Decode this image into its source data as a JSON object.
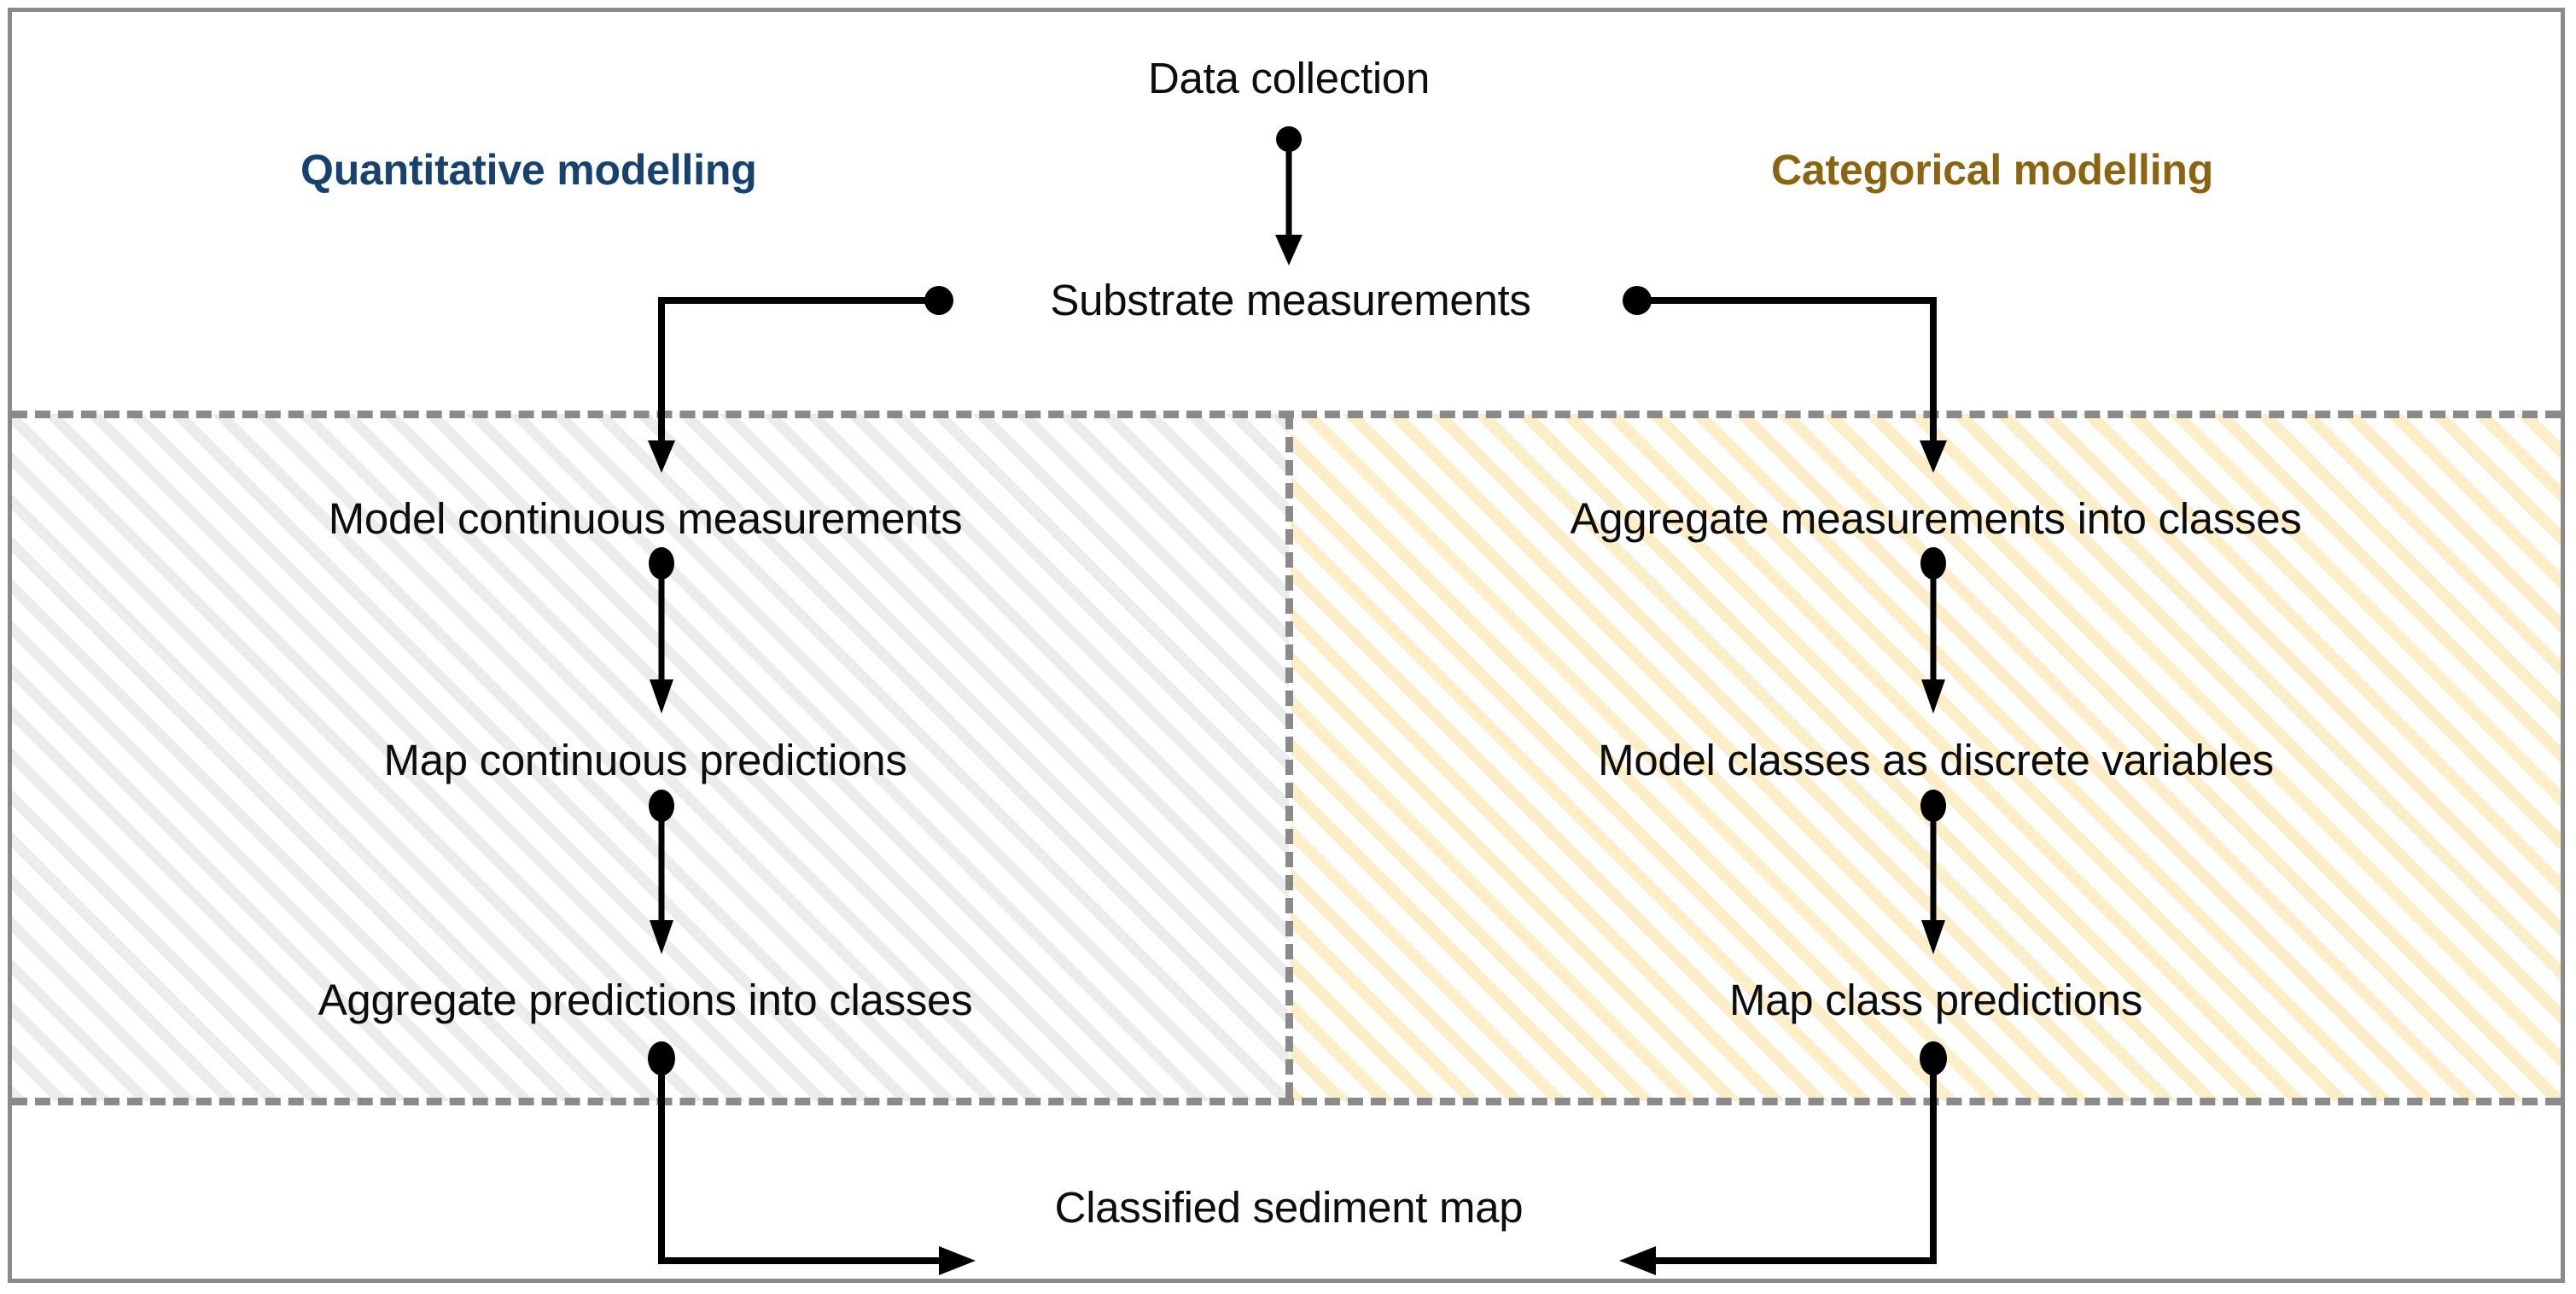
{
  "diagram": {
    "title_left": "Quantitative modelling",
    "title_right": "Categorical modelling",
    "colors": {
      "quantitative": "#17416e",
      "categorical": "#8a6410",
      "frame": "#8a8a8a",
      "dashed": "#8a8a8a",
      "hatch_left": "#ececed",
      "hatch_right": "#fbeec8",
      "connector": "#000000",
      "text": "#0d0d0d"
    },
    "nodes": {
      "data_collection": "Data collection",
      "substrate_measurements": "Substrate measurements",
      "model_continuous_measurements": "Model continuous measurements",
      "aggregate_measurements_into_classes": "Aggregate measurements into classes",
      "map_continuous_predictions": "Map continuous predictions",
      "model_classes_as_discrete_variables": "Model classes as discrete variables",
      "aggregate_predictions_into_classes": "Aggregate predictions into classes",
      "map_class_predictions": "Map class predictions",
      "classified_sediment_map": "Classified sediment map"
    },
    "edges": [
      {
        "from": "data_collection",
        "to": "substrate_measurements",
        "shape": "vertical-down"
      },
      {
        "from": "substrate_measurements",
        "to": "model_continuous_measurements",
        "shape": "left-then-down"
      },
      {
        "from": "substrate_measurements",
        "to": "aggregate_measurements_into_classes",
        "shape": "right-then-down"
      },
      {
        "from": "model_continuous_measurements",
        "to": "map_continuous_predictions",
        "shape": "vertical-down"
      },
      {
        "from": "map_continuous_predictions",
        "to": "aggregate_predictions_into_classes",
        "shape": "vertical-down"
      },
      {
        "from": "aggregate_measurements_into_classes",
        "to": "model_classes_as_discrete_variables",
        "shape": "vertical-down"
      },
      {
        "from": "model_classes_as_discrete_variables",
        "to": "map_class_predictions",
        "shape": "vertical-down"
      },
      {
        "from": "aggregate_predictions_into_classes",
        "to": "classified_sediment_map",
        "shape": "down-then-right"
      },
      {
        "from": "map_class_predictions",
        "to": "classified_sediment_map",
        "shape": "down-then-left"
      }
    ]
  }
}
